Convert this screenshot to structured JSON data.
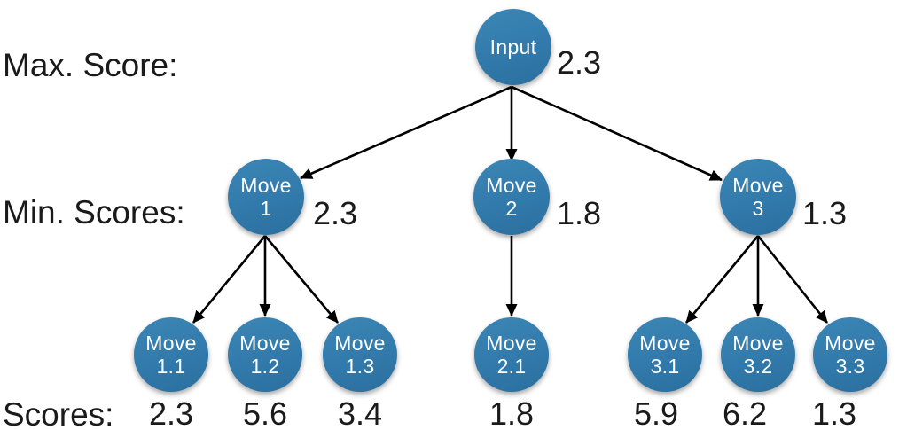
{
  "labels": {
    "max_score": "Max. Score:",
    "min_scores": "Min. Scores:",
    "scores": "Scores:"
  },
  "colors": {
    "node_fill": "#317aab",
    "node_fill_light": "#3c86b6",
    "node_fill_dark": "#2b6f9e",
    "text": "#1a1a1a",
    "arrow": "#000000"
  },
  "tree": {
    "root": {
      "label": "Input",
      "score": "2.3"
    },
    "mid": [
      {
        "line1": "Move",
        "line2": "1",
        "score": "2.3"
      },
      {
        "line1": "Move",
        "line2": "2",
        "score": "1.8"
      },
      {
        "line1": "Move",
        "line2": "3",
        "score": "1.3"
      }
    ],
    "leaves": [
      {
        "line1": "Move",
        "line2": "1.1",
        "score": "2.3"
      },
      {
        "line1": "Move",
        "line2": "1.2",
        "score": "5.6"
      },
      {
        "line1": "Move",
        "line2": "1.3",
        "score": "3.4"
      },
      {
        "line1": "Move",
        "line2": "2.1",
        "score": "1.8"
      },
      {
        "line1": "Move",
        "line2": "3.1",
        "score": "5.9"
      },
      {
        "line1": "Move",
        "line2": "3.2",
        "score": "6.2"
      },
      {
        "line1": "Move",
        "line2": "3.3",
        "score": "1.3"
      }
    ]
  }
}
